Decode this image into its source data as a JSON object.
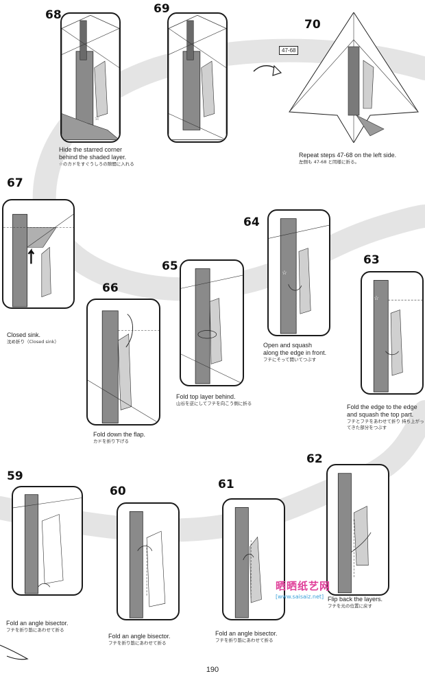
{
  "page_number": "190",
  "reference_label": "47-68",
  "watermark": {
    "title": "晒晒纸艺网",
    "url": "[www.saisaiz.net]"
  },
  "steps": [
    {
      "number": "68",
      "en": "Hide the starred corner\nbehind the shaded layer.",
      "ja": "☆のカドをすぐうしろの隙間に入れる"
    },
    {
      "number": "69",
      "en": "",
      "ja": ""
    },
    {
      "number": "70",
      "en": "Repeat steps 47-68 on the left side.",
      "ja": "左側も 47-68 と同様に折る。"
    },
    {
      "number": "67",
      "en": "Closed sink.",
      "ja": "沈め折り（Closed sink）"
    },
    {
      "number": "66",
      "en": "Fold down the flap.",
      "ja": "カドを折り下げる"
    },
    {
      "number": "65",
      "en": "Fold top layer behind.",
      "ja": "山谷を逆にしてフチを向こう側に折る"
    },
    {
      "number": "64",
      "en": "Open and squash\nalong the edge in front.",
      "ja": "フチにそって開いてつぶす"
    },
    {
      "number": "63",
      "en": "Fold the edge to the edge\nand squash the top part.",
      "ja": "フチとフチをあわせて折り\n持ち上がってきた部分をつぶす"
    },
    {
      "number": "59",
      "en": "Fold an angle bisector.",
      "ja": "フチを折り筋にあわせて折る"
    },
    {
      "number": "60",
      "en": "Fold an angle bisector.",
      "ja": "フチを折り筋にあわせて折る"
    },
    {
      "number": "61",
      "en": "Fold an angle bisector.",
      "ja": "フチを折り筋にあわせて折る"
    },
    {
      "number": "62",
      "en": "Flip back the layers.",
      "ja": "フチを元の位置に戻す"
    }
  ]
}
